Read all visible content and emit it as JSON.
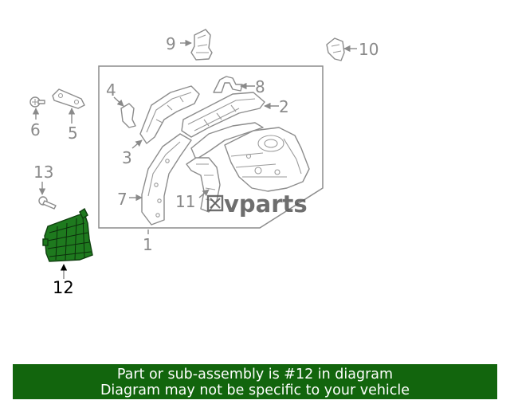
{
  "diagram": {
    "callouts": {
      "c1": "1",
      "c2": "2",
      "c3": "3",
      "c4": "4",
      "c5": "5",
      "c6": "6",
      "c7": "7",
      "c8": "8",
      "c9": "9",
      "c10": "10",
      "c11": "11",
      "c12": "12",
      "c13": "13"
    },
    "highlighted_part": "12",
    "highlight_color": "#1e7a1e",
    "watermark": "vparts"
  },
  "banner": {
    "line1": "Part or sub-assembly is #12 in diagram",
    "line2": "Diagram may not be specific to your vehicle",
    "background": "#12650d"
  }
}
